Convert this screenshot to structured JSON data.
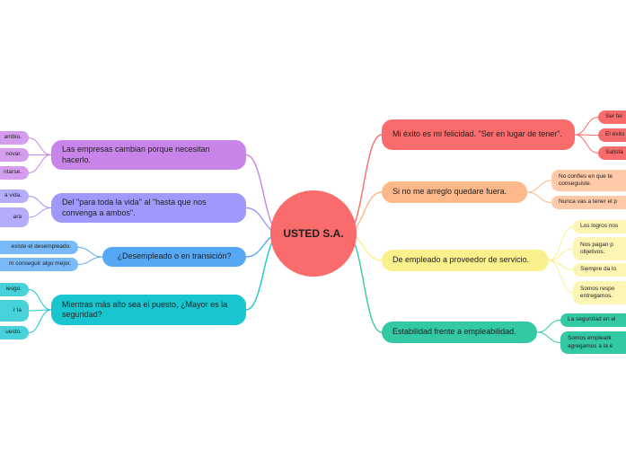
{
  "colors": {
    "center": "#fa6b6b",
    "red": "#fa6b6b",
    "orange": "#fdb88a",
    "yellow": "#faf08c",
    "green": "#33c9a4",
    "purple": "#c984ea",
    "violet": "#a099fb",
    "blue": "#56a8f5",
    "teal": "#19c6cf"
  },
  "center": {
    "label": "USTED S.A."
  },
  "right": [
    {
      "label": "Mi éxito es mi felicidad. \"Ser en lugar de tener\".",
      "children": [
        "Ser fel",
        "El éxito",
        "Satisfa"
      ]
    },
    {
      "label": "Si no me arreglo quedare fuera.",
      "children": [
        "No confíes en que te conseguiste.",
        "Nunca vas a tener el p"
      ]
    },
    {
      "label": "De empleado a proveedor de servicio.",
      "children": [
        "Los logros nos",
        "Nos pagan p objetivos.",
        "Siempre da lo",
        "Somos respo entregamos."
      ]
    },
    {
      "label": "Estabilidad frente a empleabilidad.",
      "children": [
        "La seguridad en el",
        "Somos empleabi agregamos a la e"
      ]
    }
  ],
  "left": [
    {
      "label": "Las empresas cambian porque necesitan hacerlo.",
      "children": [
        "ambio.",
        "novar.",
        "ntarse."
      ]
    },
    {
      "label": "Del \"para toda la vida\" al \"hasta que nos convenga a ambos\".",
      "children": [
        "a vida.",
        "ara"
      ]
    },
    {
      "label": "¿Desempleado o en transición?",
      "children": [
        "existe el desempleado.",
        "m conseguir algo mejor."
      ]
    },
    {
      "label": "Mientras más alto sea el puesto, ¿Mayor es la seguridad?",
      "children": [
        "iesgo.",
        "r la",
        "uesto."
      ]
    }
  ]
}
